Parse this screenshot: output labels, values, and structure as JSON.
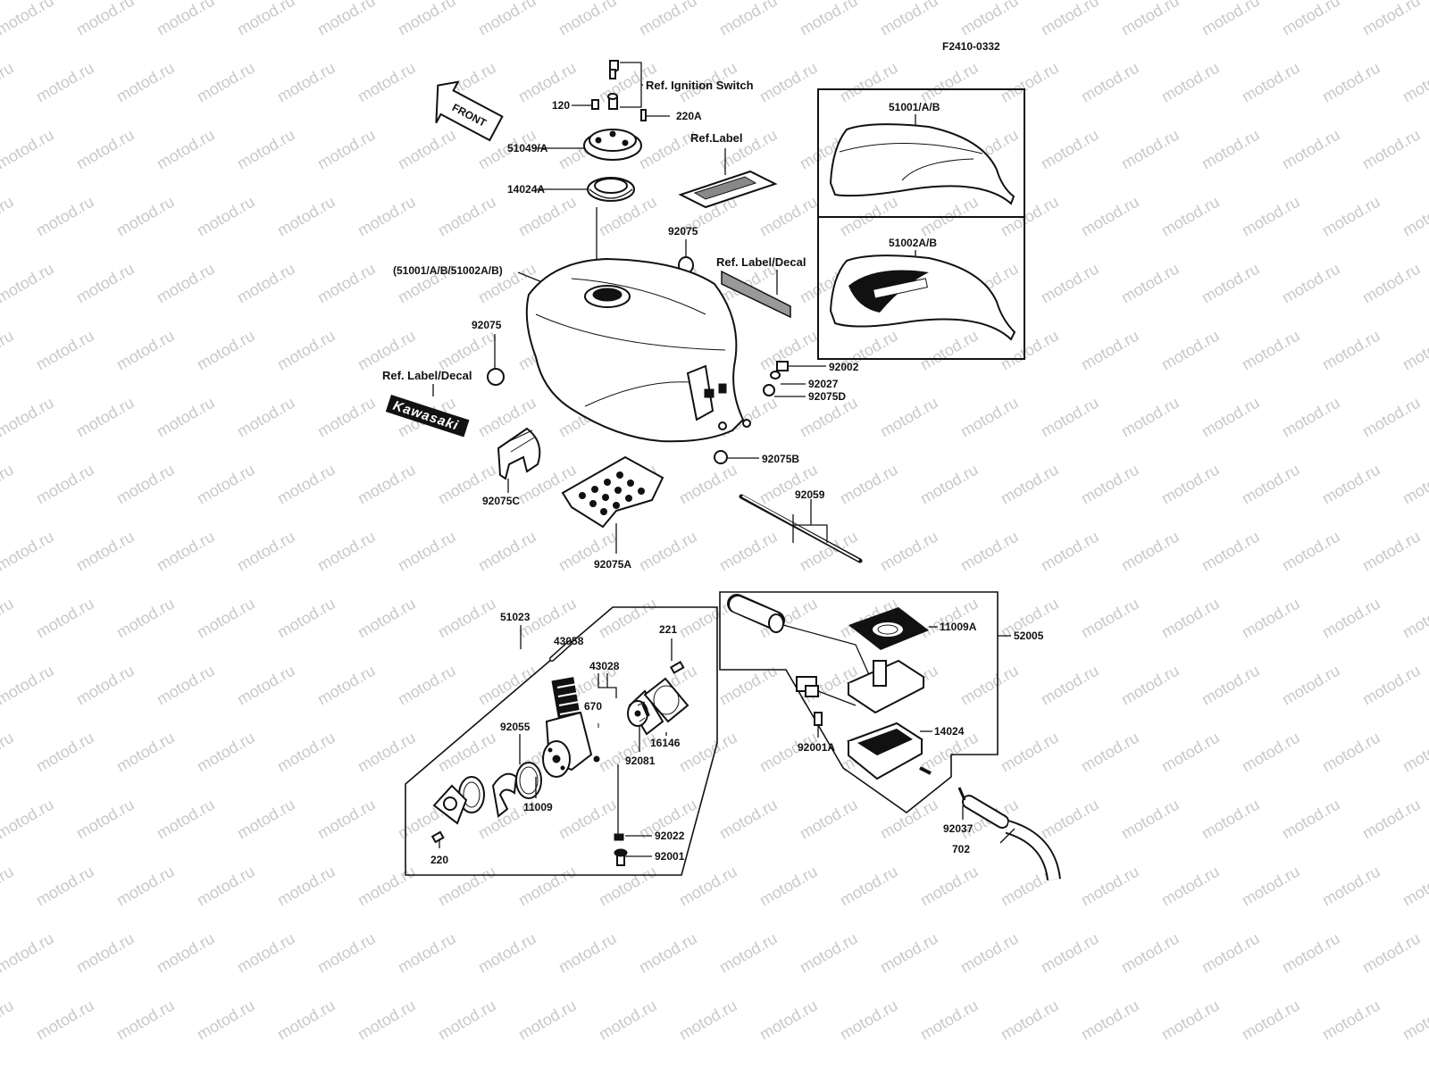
{
  "figure_code": "F2410-0332",
  "front_arrow": "FRONT",
  "watermark": "motod.ru",
  "labels": {
    "ref_ignition": "Ref. Ignition Switch",
    "p120": "120",
    "p220a": "220A",
    "p51049a": "51049/A",
    "ref_label": "Ref.Label",
    "p14024a": "14024A",
    "p92075_top": "92075",
    "ref_label_decal_right": "Ref. Label/Decal",
    "tank_ref": "(51001/A/B/51002A/B)",
    "p92075_left": "92075",
    "ref_label_decal_left": "Ref. Label/Decal",
    "p92002": "92002",
    "p92027": "92027",
    "p92075d": "92075D",
    "p92075b": "92075B",
    "p92075c": "92075C",
    "p92059": "92059",
    "p92075a": "92075A",
    "inset1": "51001/A/B",
    "inset2": "51002A/B",
    "p51023": "51023",
    "p43058": "43058",
    "p221": "221",
    "p43028": "43028",
    "p670": "670",
    "p92055": "92055",
    "p16146": "16146",
    "p92081": "92081",
    "p11009": "11009",
    "p92022": "92022",
    "p92001": "92001",
    "p220": "220",
    "p11009a": "11009A",
    "p52005": "52005",
    "p14024": "14024",
    "p92001a": "92001A",
    "p92037": "92037",
    "p702": "702"
  },
  "decal_brand": "Kawasaki"
}
